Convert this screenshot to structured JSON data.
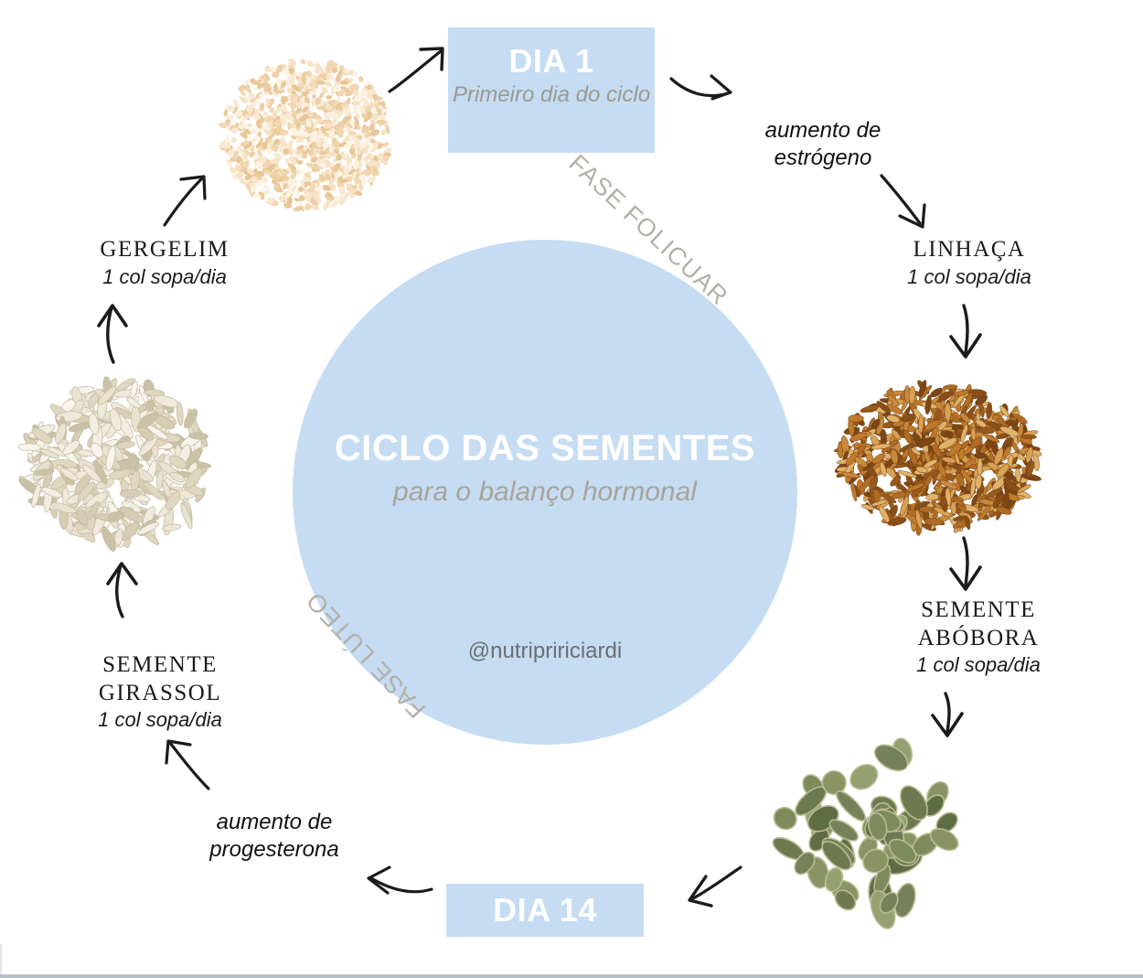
{
  "center": {
    "title": "CICLO DAS SEMENTES",
    "subtitle": "para o balanço hormonal",
    "handle": "@nutripririciardi",
    "circle_color": "#c5dcf2",
    "title_color": "#ffffff",
    "subtitle_color": "#a8a49b"
  },
  "phases": [
    {
      "label": "FASE FOLICUAR",
      "position": "top-right-arc",
      "color": "#b3b0a8"
    },
    {
      "label": "FASE LÚTEO",
      "position": "bottom-left-arc",
      "color": "#b3b0a8"
    }
  ],
  "day_markers": [
    {
      "id": "day-1",
      "title": "DIA 1",
      "subtitle": "Primeiro dia do\nciclo",
      "box_color": "#c5dcf2"
    },
    {
      "id": "day-14",
      "title": "DIA 14",
      "subtitle": "",
      "box_color": "#c5dcf2"
    }
  ],
  "hormone_notes": [
    {
      "id": "estrogen",
      "text": "aumento de\nestrógeno"
    },
    {
      "id": "progesterone",
      "text": "aumento de\nprogesterona"
    }
  ],
  "seeds": [
    {
      "id": "sesame",
      "name": "GERGELIM",
      "dose": "1 col sopa/dia",
      "image": "sesame-seeds-pile",
      "seed_color": "#f3d9b4"
    },
    {
      "id": "flaxseed",
      "name": "LINHAÇA",
      "dose": "1 col sopa/dia",
      "image": "flaxseed-pile",
      "seed_color": "#b4712c"
    },
    {
      "id": "pumpkin",
      "name": "SEMENTE\nABÓBORA",
      "dose": "1 col sopa/dia",
      "image": "pumpkin-seeds-pile",
      "seed_color": "#73805a"
    },
    {
      "id": "sunflower",
      "name": "SEMENTE\nGIRASSOL",
      "dose": "1 col sopa/dia",
      "image": "sunflower-seeds-pile",
      "seed_color": "#e3ddcb"
    }
  ],
  "arrows": [
    {
      "id": "arrow-to-day1",
      "direction": "up-right"
    },
    {
      "id": "arrow-day1-to-estrogen",
      "direction": "right-down"
    },
    {
      "id": "arrow-estrogen-to-linhaca",
      "direction": "down-right"
    },
    {
      "id": "arrow-linhaca-to-flax",
      "direction": "down"
    },
    {
      "id": "arrow-flax-to-abobora",
      "direction": "down"
    },
    {
      "id": "arrow-abobora-to-pumpkin",
      "direction": "down"
    },
    {
      "id": "arrow-pumpkin-to-day14",
      "direction": "down-left"
    },
    {
      "id": "arrow-day14-to-progesterona",
      "direction": "left-up"
    },
    {
      "id": "arrow-progesterona-to-girassol",
      "direction": "up-left"
    },
    {
      "id": "arrow-girassol-to-sunflower",
      "direction": "up"
    },
    {
      "id": "arrow-sunflower-to-gergelim",
      "direction": "up"
    },
    {
      "id": "arrow-gergelim-to-sesame",
      "direction": "up"
    }
  ]
}
